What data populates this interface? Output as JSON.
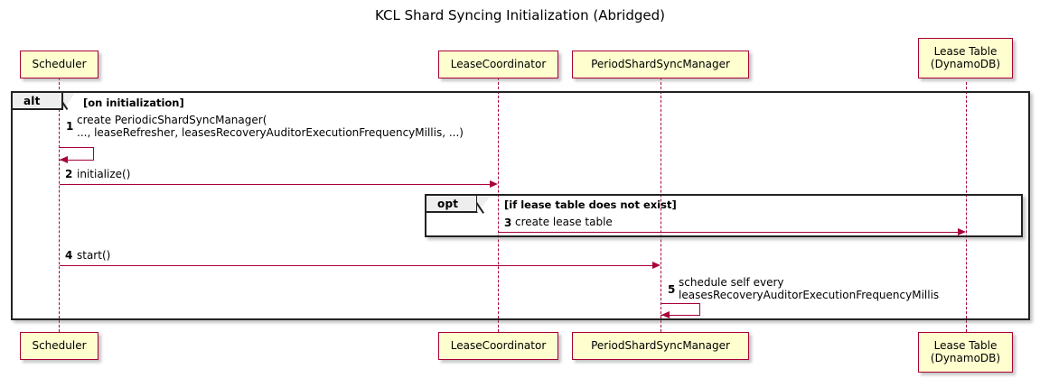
{
  "diagram": {
    "title": "KCL Shard Syncing Initialization (Abridged)",
    "type": "sequence-diagram",
    "colors": {
      "participant_fill": "#FEFECE",
      "participant_border": "#A80036",
      "arrow": "#A80036",
      "frame_border": "#222222",
      "frame_tab_fill": "#EEEEEE",
      "background": "#FFFFFF"
    }
  },
  "participants": [
    {
      "id": "scheduler",
      "label": "Scheduler"
    },
    {
      "id": "leasecoord",
      "label": "LeaseCoordinator"
    },
    {
      "id": "pssm",
      "label": "PeriodShardSyncManager"
    },
    {
      "id": "leasetable",
      "label": "Lease Table\n(DynamoDB)"
    }
  ],
  "frames": [
    {
      "id": "alt-frame",
      "kind": "alt",
      "condition": "[on initialization]"
    },
    {
      "id": "opt-frame",
      "kind": "opt",
      "condition": "[if lease table does not exist]"
    }
  ],
  "messages": [
    {
      "num": "1",
      "label": "create PeriodicShardSyncManager(\n   ..., leaseRefresher, leasesRecoveryAuditorExecutionFrequencyMillis, ...)",
      "from": "scheduler",
      "to": "scheduler",
      "kind": "self"
    },
    {
      "num": "2",
      "label": "initialize()",
      "from": "scheduler",
      "to": "leasecoord",
      "kind": "sync"
    },
    {
      "num": "3",
      "label": "create lease table",
      "from": "leasecoord",
      "to": "leasetable",
      "kind": "sync"
    },
    {
      "num": "4",
      "label": "start()",
      "from": "scheduler",
      "to": "pssm",
      "kind": "sync"
    },
    {
      "num": "5",
      "label": "schedule self every\n  leasesRecoveryAuditorExecutionFrequencyMillis",
      "from": "pssm",
      "to": "pssm",
      "kind": "self"
    }
  ]
}
